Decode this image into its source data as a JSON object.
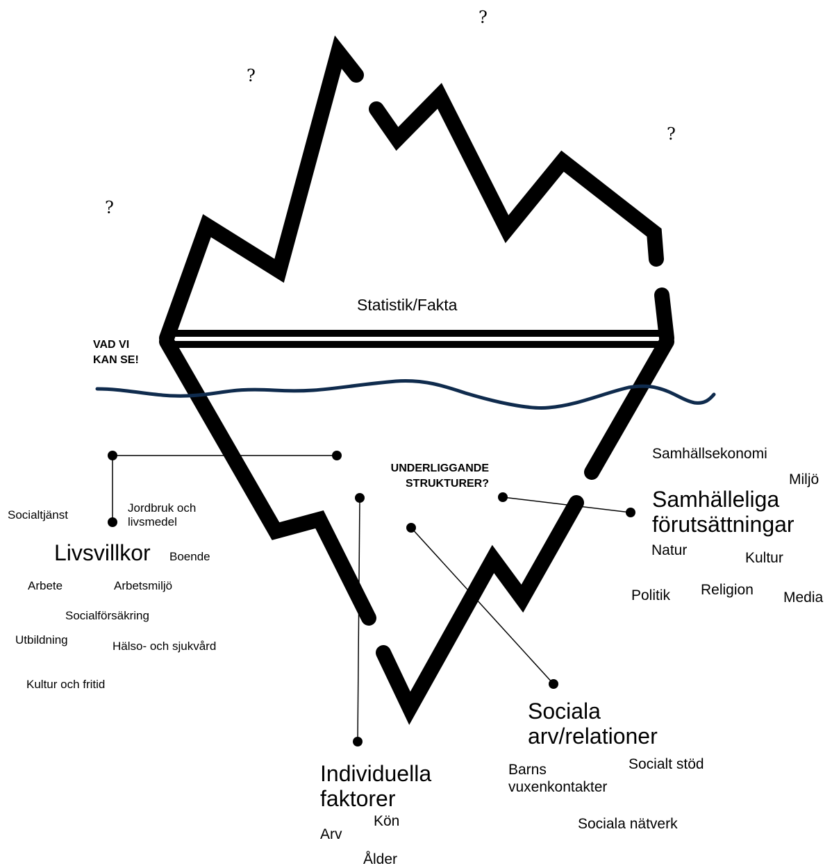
{
  "question_mark": "?",
  "above_water": {
    "title": "Statistik/Fakta",
    "visible_label_line1": "VAD VI",
    "visible_label_line2": "KAN SE!"
  },
  "below_water": {
    "title_line1": "UNDERLIGGANDE",
    "title_line2": "STRUKTURER?"
  },
  "livsvillkor": {
    "heading": "Livsvillkor",
    "items": {
      "socialtjanst": "Socialtjänst",
      "jordbruk_1": "Jordbruk och",
      "jordbruk_2": "livsmedel",
      "boende": "Boende",
      "arbete": "Arbete",
      "arbetsmiljo": "Arbetsmiljö",
      "socialforsakring": "Socialförsäkring",
      "utbildning": "Utbildning",
      "halso": "Hälso- och sjukvård",
      "kultur_fritid": "Kultur och fritid"
    }
  },
  "samhalleliga": {
    "heading_line1": "Samhälleliga",
    "heading_line2": "förutsättningar",
    "items": {
      "samhallsekonomi": "Samhällsekonomi",
      "miljo": "Miljö",
      "natur": "Natur",
      "kultur": "Kultur",
      "politik": "Politik",
      "religion": "Religion",
      "media": "Media"
    }
  },
  "sociala": {
    "heading_line1": "Sociala",
    "heading_line2": "arv/relationer",
    "items": {
      "barns_1": "Barns",
      "barns_2": "vuxenkontakter",
      "socialt_stod": "Socialt stöd",
      "natverk": "Sociala nätverk"
    }
  },
  "individuella": {
    "heading_line1": "Individuella",
    "heading_line2": "faktorer",
    "items": {
      "kon": "Kön",
      "arv": "Arv",
      "alder": "Ålder"
    }
  },
  "colors": {
    "outline": "#000000",
    "water": "#0f2b4d"
  }
}
